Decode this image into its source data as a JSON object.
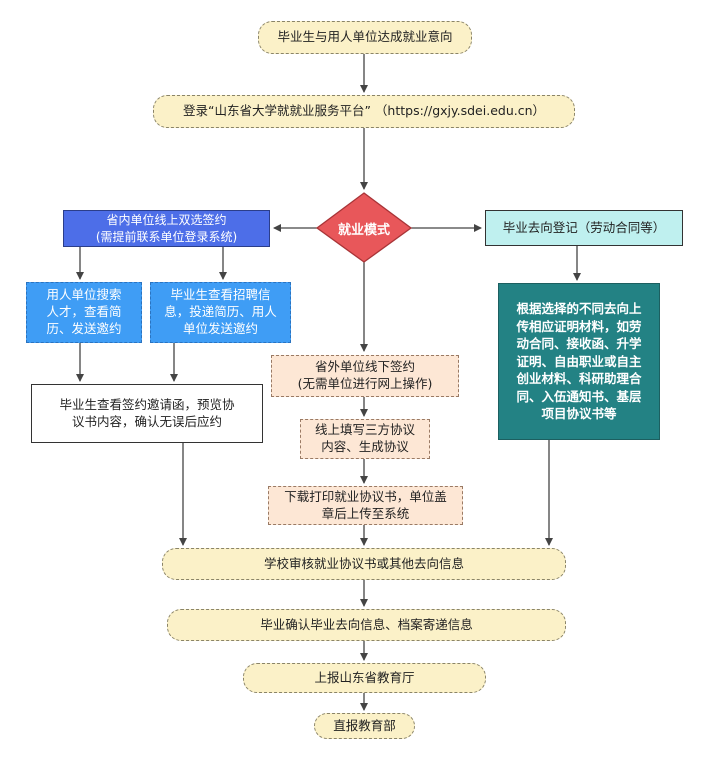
{
  "nodes": {
    "start": "毕业生与用人单位达成就业意向",
    "login": "登录“山东省大学就就业服务平台” （https://gxjy.sdei.edu.cn）",
    "decision": "就业模式",
    "in_province": "省内单位线上双选签约\n(需提前联系单位登录系统)",
    "employer_search": "用人单位搜索\n人才，查看简\n历、发送邀约",
    "grad_view": "毕业生查看招聘信\n息，投递简历、用人\n单位发送邀约",
    "grad_accept": "毕业生查看签约邀请函，预览协\n议书内容，确认无误后应约",
    "out_province": "省外单位线下签约\n(无需单位进行网上操作)",
    "fill_tripartite": "线上填写三方协议\n内容、生成协议",
    "download_print": "下载打印就业协议书，单位盖\n章后上传至系统",
    "destination": "毕业去向登记（劳动合同等）",
    "upload_proof": "根据选择的不同去向上\n传相应证明材料，如劳\n动合同、接收函、升学\n证明、自由职业或自主\n创业材料、科研助理合\n同、入伍通知书、基层\n项目协议书等",
    "school_review": "学校审核就业协议书或其他去向信息",
    "confirm": "毕业确认毕业去向信息、档案寄递信息",
    "report_province": "上报山东省教育厅",
    "report_ministry": "直报教育部"
  },
  "colors": {
    "pill_fill": "#fbf1c8",
    "peach_fill": "#fde7d5",
    "decision_fill": "#e8575a",
    "blue_solid": "#4d6ee8",
    "blue_light": "#3f9df5",
    "cyan_fill": "#bff0ef",
    "teal_fill": "#238284",
    "arrow": "#444444"
  }
}
